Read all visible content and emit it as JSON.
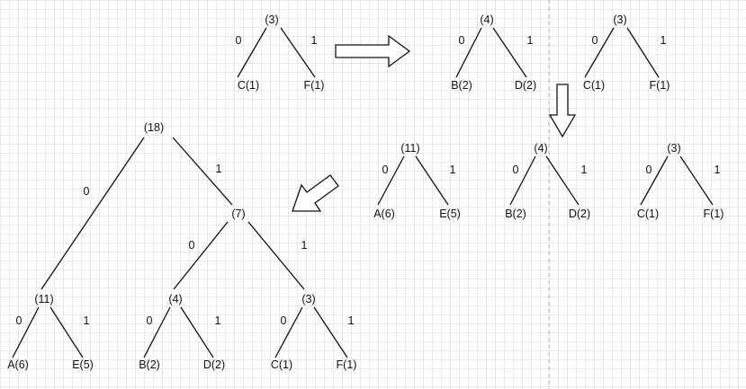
{
  "trees": [
    {
      "id": "t1",
      "root": "(3)",
      "edge0": "0",
      "edge1": "1",
      "left": "C(1)",
      "right": "F(1)"
    },
    {
      "id": "t2a",
      "root": "(4)",
      "edge0": "0",
      "edge1": "1",
      "left": "B(2)",
      "right": "D(2)"
    },
    {
      "id": "t2b",
      "root": "(3)",
      "edge0": "0",
      "edge1": "1",
      "left": "C(1)",
      "right": "F(1)"
    },
    {
      "id": "t3a",
      "root": "(11)",
      "edge0": "0",
      "edge1": "1",
      "left": "A(6)",
      "right": "E(5)"
    },
    {
      "id": "t3b",
      "root": "(4)",
      "edge0": "0",
      "edge1": "1",
      "left": "B(2)",
      "right": "D(2)"
    },
    {
      "id": "t3c",
      "root": "(3)",
      "edge0": "0",
      "edge1": "1",
      "left": "C(1)",
      "right": "F(1)"
    }
  ],
  "final_tree": {
    "root": "(18)",
    "root_edge0": "0",
    "root_edge1": "1",
    "inner": "(7)",
    "inner_edge0": "0",
    "inner_edge1": "1",
    "subtrees": [
      {
        "root": "(11)",
        "edge0": "0",
        "edge1": "1",
        "left": "A(6)",
        "right": "E(5)"
      },
      {
        "root": "(4)",
        "edge0": "0",
        "edge1": "1",
        "left": "B(2)",
        "right": "D(2)"
      },
      {
        "root": "(3)",
        "edge0": "0",
        "edge1": "1",
        "left": "C(1)",
        "right": "F(1)"
      }
    ]
  }
}
